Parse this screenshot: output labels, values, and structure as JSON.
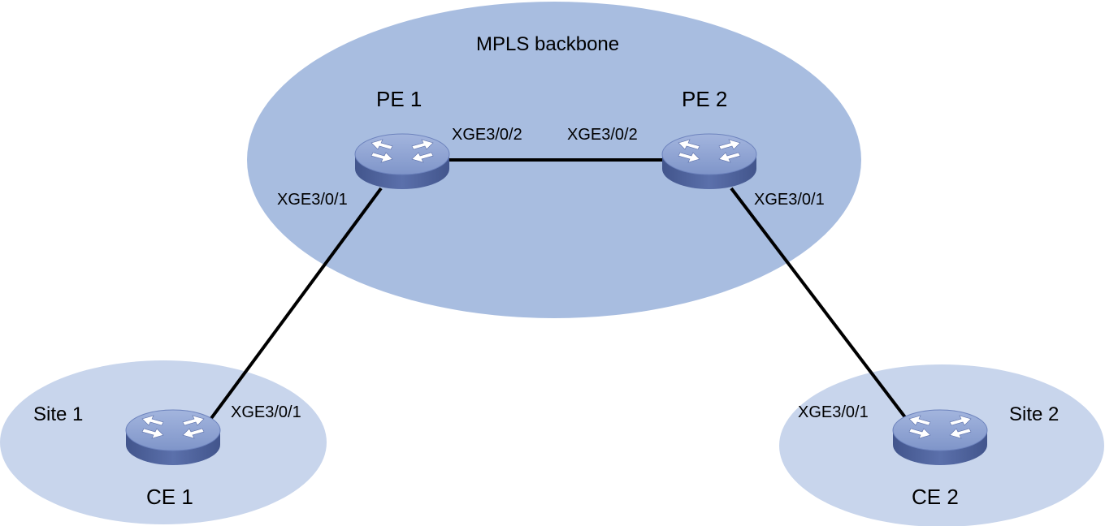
{
  "regions": {
    "backbone": {
      "label": "MPLS backbone"
    },
    "site1": {
      "label": "Site 1"
    },
    "site2": {
      "label": "Site 2"
    }
  },
  "devices": {
    "pe1": {
      "label": "PE 1"
    },
    "pe2": {
      "label": "PE 2"
    },
    "ce1": {
      "label": "CE 1"
    },
    "ce2": {
      "label": "CE 2"
    }
  },
  "ports": {
    "pe1_to_pe2": "XGE3/0/2",
    "pe2_to_pe1": "XGE3/0/2",
    "pe1_to_ce1": "XGE3/0/1",
    "pe2_to_ce2": "XGE3/0/1",
    "ce1_to_pe1": "XGE3/0/1",
    "ce2_to_pe2": "XGE3/0/1"
  },
  "colors": {
    "backbone_fill": "#a8bde0",
    "site_fill": "#c8d5ec",
    "router_top": "#8da2d2",
    "router_side": "#4f639e",
    "link": "#000000"
  }
}
